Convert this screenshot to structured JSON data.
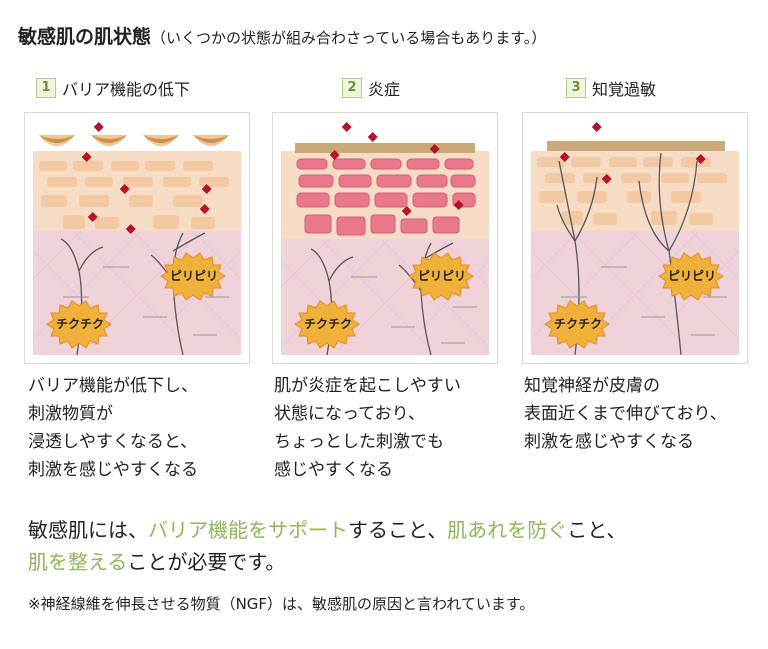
{
  "title": {
    "main": "敏感肌の肌状態",
    "sub": "（いくつかの状態が組み合わさっている場合もあります。）"
  },
  "panels": [
    {
      "num": "1",
      "label": "バリア機能の低下",
      "desc": [
        "バリア機能が低下し、",
        "刺激物質が",
        "浸透しやすくなると、",
        "刺激を感じやすくなる"
      ],
      "badge_top": "ピリピリ",
      "badge_bottom": "チクチク"
    },
    {
      "num": "2",
      "label": "炎症",
      "desc": [
        "肌が炎症を起こしやすい",
        "状態になっており、",
        "ちょっとした刺激でも",
        "感じやすくなる"
      ],
      "badge_top": "ピリピリ",
      "badge_bottom": "チクチク"
    },
    {
      "num": "3",
      "label": "知覚過敏",
      "desc": [
        "知覚神経が皮膚の",
        "表面近くまで伸びており、",
        "刺激を感じやすくなる"
      ],
      "badge_top": "ピリピリ",
      "badge_bottom": "チクチク"
    }
  ],
  "summary": {
    "p1": "敏感肌には、",
    "h1": "バリア機能をサポート",
    "p2": "すること、",
    "h2": "肌あれを防ぐ",
    "p3": "こと、",
    "h3": "肌を整える",
    "p4": "ことが必要です。"
  },
  "note": "※神経線維を伸長させる物質（NGF）は、敏感肌の原因と言われています。",
  "colors": {
    "accent_green": "#8fb65b",
    "skin": "#f6dcc4",
    "burst": "#f0b13a",
    "stimulus": "#c8102e",
    "inflamed": "#e9798a"
  }
}
